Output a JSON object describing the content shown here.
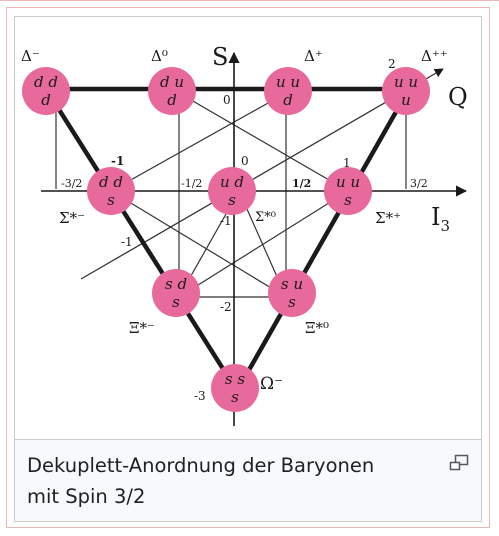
{
  "diagram": {
    "axis_s_label": "S",
    "axis_i3_label": "I",
    "axis_i3_subscript": "3",
    "axis_q_label": "Q",
    "particles": [
      {
        "id": "delta-minus",
        "q1": "d",
        "q2": "d",
        "q3": "d",
        "name": "Δ⁻"
      },
      {
        "id": "delta-zero",
        "q1": "d",
        "q2": "u",
        "q3": "d",
        "name": "Δ⁰"
      },
      {
        "id": "delta-plus",
        "q1": "u",
        "q2": "u",
        "q3": "d",
        "name": "Δ⁺"
      },
      {
        "id": "delta-plusplus",
        "q1": "u",
        "q2": "u",
        "q3": "u",
        "name": "Δ⁺⁺"
      },
      {
        "id": "sigma-minus",
        "q1": "d",
        "q2": "d",
        "q3": "s",
        "name": "Σ*⁻"
      },
      {
        "id": "sigma-zero",
        "q1": "u",
        "q2": "d",
        "q3": "s",
        "name": "Σ*⁰"
      },
      {
        "id": "sigma-plus",
        "q1": "u",
        "q2": "u",
        "q3": "s",
        "name": "Σ*⁺"
      },
      {
        "id": "xi-minus",
        "q1": "s",
        "q2": "d",
        "q3": "s",
        "name": "Ξ*⁻"
      },
      {
        "id": "xi-zero",
        "q1": "s",
        "q2": "u",
        "q3": "s",
        "name": "Ξ*⁰"
      },
      {
        "id": "omega-minus",
        "q1": "s",
        "q2": "s",
        "q3": "s",
        "name": "Ω⁻"
      }
    ],
    "i3_ticks": [
      "-3/2",
      "-1/2",
      "1/2",
      "3/2"
    ],
    "s_ticks": [
      "0",
      "-1",
      "-2",
      "-3"
    ],
    "q_ticks": [
      "2",
      "1",
      "0",
      "-1"
    ],
    "colors": {
      "particle_fill": "#e86a9c",
      "line": "#1a1a1a",
      "thin_line": "#333333"
    }
  },
  "caption": {
    "text_line1": "Dekuplett-Anordnung der Baryonen",
    "text_line2": "mit Spin 3/2",
    "enlarge_icon": "enlarge-icon"
  }
}
